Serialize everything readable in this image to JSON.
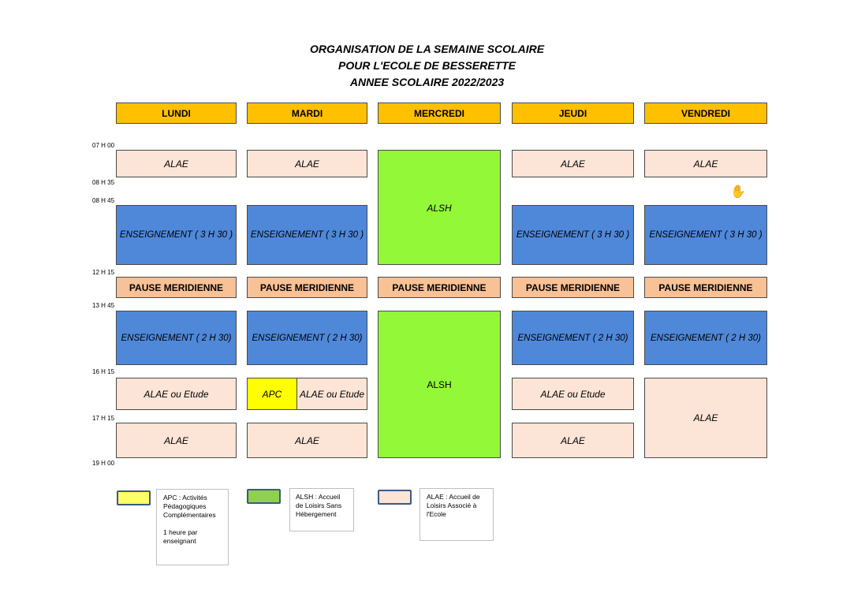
{
  "title": {
    "line1": "ORGANISATION DE LA SEMAINE SCOLAIRE",
    "line2": "POUR L'ECOLE DE BESSERETTE",
    "line3": "ANNEE SCOLAIRE 2022/2023"
  },
  "days": [
    "LUNDI",
    "MARDI",
    "MERCREDI",
    "JEUDI",
    "VENDREDI"
  ],
  "times": [
    "07 H 00",
    "08 H 35",
    "08 H 45",
    "12 H 15",
    "13 H 45",
    "16 H 15",
    "17 H 15",
    "19 H 00"
  ],
  "blocks": {
    "alae": "ALAE",
    "alsh_morning": "ALSH",
    "alsh_afternoon": "ALSH",
    "ens_morning": "ENSEIGNEMENT ( 3 H 30 )",
    "ens_afternoon": "ENSEIGNEMENT ( 2 H 30)",
    "pause": "PAUSE MERIDIENNE",
    "alae_etude": "ALAE ou Etude",
    "apc": "APC"
  },
  "legend": {
    "apc": {
      "color": "#ffff66",
      "lines": [
        "APC : Activités",
        "Pédagogiques",
        "Complémentaires",
        "",
        "1 heure par",
        "enseignant"
      ]
    },
    "alsh": {
      "color": "#8fd14f",
      "lines": [
        "ALSH : Accueil",
        "de Loisirs Sans",
        "Hébergement"
      ]
    },
    "alae": {
      "color": "#fce4d6",
      "lines": [
        "ALAE : Accueil de",
        "Loisirs Associé à",
        "l'Ecole"
      ]
    }
  },
  "colors": {
    "day_header": "#ffc000",
    "alae": "#fce4d6",
    "enseignement": "#4f88d9",
    "alsh": "#92f838",
    "pause": "#f9c196",
    "apc": "#ffff00"
  }
}
